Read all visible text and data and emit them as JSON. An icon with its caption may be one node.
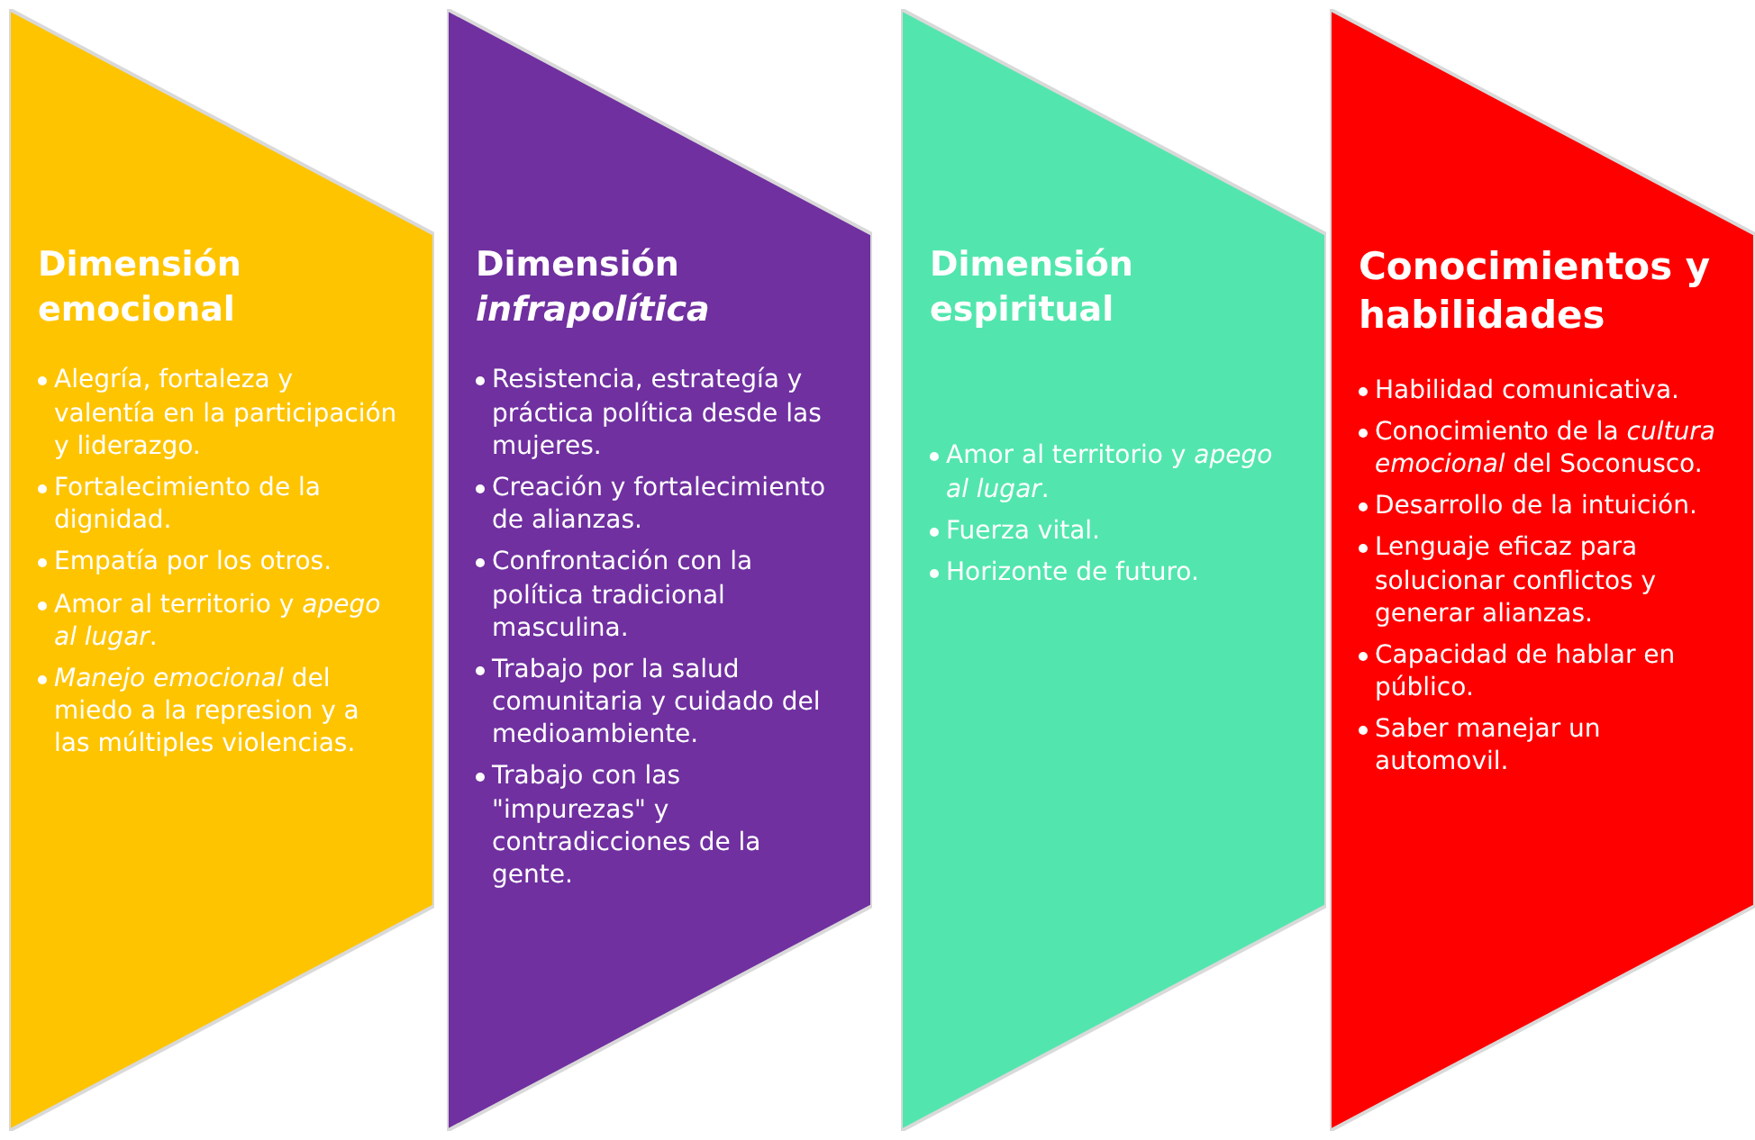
{
  "diagram": {
    "nodes": [
      {
        "text": [
          "Dimensión emocional",
          "Alegría, fortaleza y valentía en la participación y liderazgo.",
          "Fortalecimiento de la dignidad.",
          "Empatía por los otros.",
          "Amor al territorio y *apego al lugar*.",
          "*Manejo emocional* del miedo a la represion y a las múltiples violencias."
        ]
      },
      {
        "text": [
          "Dimensión *infrapolítica*",
          "Resistencia, estrategía y práctica política desde las mujeres.",
          "Creación y fortalecimiento de alianzas.",
          "Confrontación con la política tradicional masculina.",
          "Trabajo por la salud comunitaria y cuidado del medioambiente.",
          "Trabajo con las \"impurezas\" y contradicciones de la gente."
        ]
      },
      {
        "text": [
          "Dimensión espiritual",
          "Amor al territorio y *apego al lugar*.",
          "Fuerza vital.",
          "Horizonte de futuro."
        ]
      },
      {
        "text": [
          "Conocimientos y habilidades",
          "Habilidad comunicativa.",
          "Conocimiento de la *cultura emocional* del Soconusco.",
          "Desarrollo de la intuición.",
          "Lenguaje eficaz para solucionar conflictos y generar alianzas.",
          "Capacidad de hablar en público.",
          "Saber manejar un automovil."
        ]
      }
    ]
  }
}
